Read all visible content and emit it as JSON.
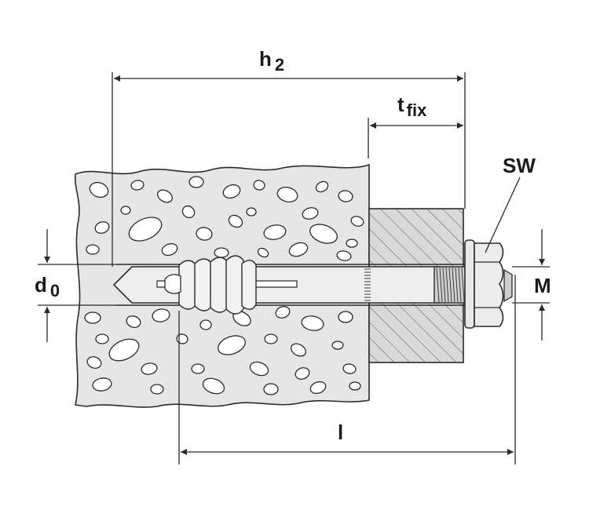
{
  "labels": {
    "h2": {
      "main": "h",
      "sub": "2"
    },
    "tfix": {
      "main": "t",
      "sub": "fix"
    },
    "sw": "SW",
    "d0": {
      "main": "d",
      "sub": "0"
    },
    "m": "M",
    "l": "l"
  },
  "colors": {
    "line": "#2a2a2a",
    "concrete": "#e6e6e6",
    "fixture": "#d9d9d9",
    "anchor": "#eeeeee",
    "background": "#ffffff"
  }
}
